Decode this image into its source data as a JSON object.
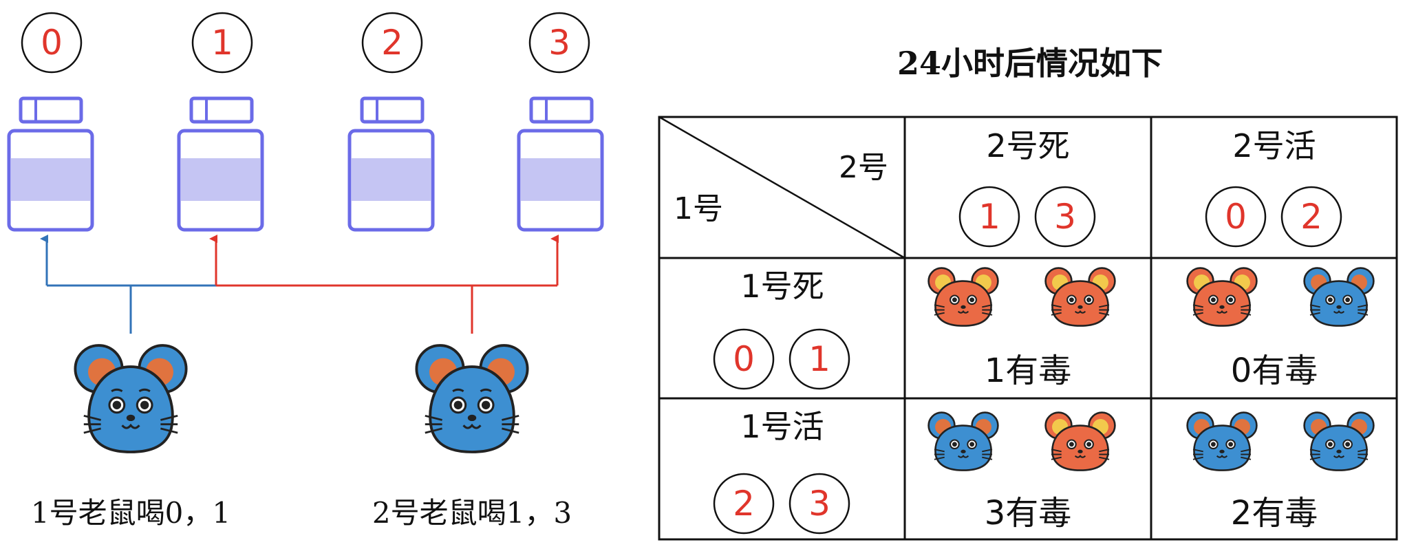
{
  "bottles": [
    {
      "number": "0"
    },
    {
      "number": "1"
    },
    {
      "number": "2"
    },
    {
      "number": "3"
    }
  ],
  "mice": [
    {
      "caption": "1号老鼠喝0，1",
      "drinks": [
        "0",
        "1"
      ],
      "color": "#3d8fd1"
    },
    {
      "caption": "2号老鼠喝1，3",
      "drinks": [
        "1",
        "3"
      ],
      "color": "#3d8fd1"
    }
  ],
  "table": {
    "title": "24小时后情况如下",
    "corner": {
      "col_header": "2号",
      "row_header": "1号"
    },
    "columns": [
      {
        "label": "2号死",
        "numbers": [
          "1",
          "3"
        ]
      },
      {
        "label": "2号活",
        "numbers": [
          "0",
          "2"
        ]
      }
    ],
    "rows": [
      {
        "label": "1号死",
        "numbers": [
          "0",
          "1"
        ]
      },
      {
        "label": "1号活",
        "numbers": [
          "2",
          "3"
        ]
      }
    ],
    "cells": [
      [
        {
          "result": "1有毒",
          "mouse1": "dead",
          "mouse2": "dead"
        },
        {
          "result": "0有毒",
          "mouse1": "dead",
          "mouse2": "alive"
        }
      ],
      [
        {
          "result": "3有毒",
          "mouse1": "alive",
          "mouse2": "dead"
        },
        {
          "result": "2有毒",
          "mouse1": "alive",
          "mouse2": "alive"
        }
      ]
    ]
  },
  "colors": {
    "number_red": "#e0352b",
    "bottle_outline": "#6b6be8",
    "bottle_fill": "#c5c5f3",
    "line_blue": "#3273b8",
    "line_red": "#e0352b",
    "mouse_alive": "#3d8fd1",
    "mouse_dead": "#ea6a45",
    "ear_inner": "#e0733f",
    "ear_inner_dead": "#f2c94c"
  }
}
